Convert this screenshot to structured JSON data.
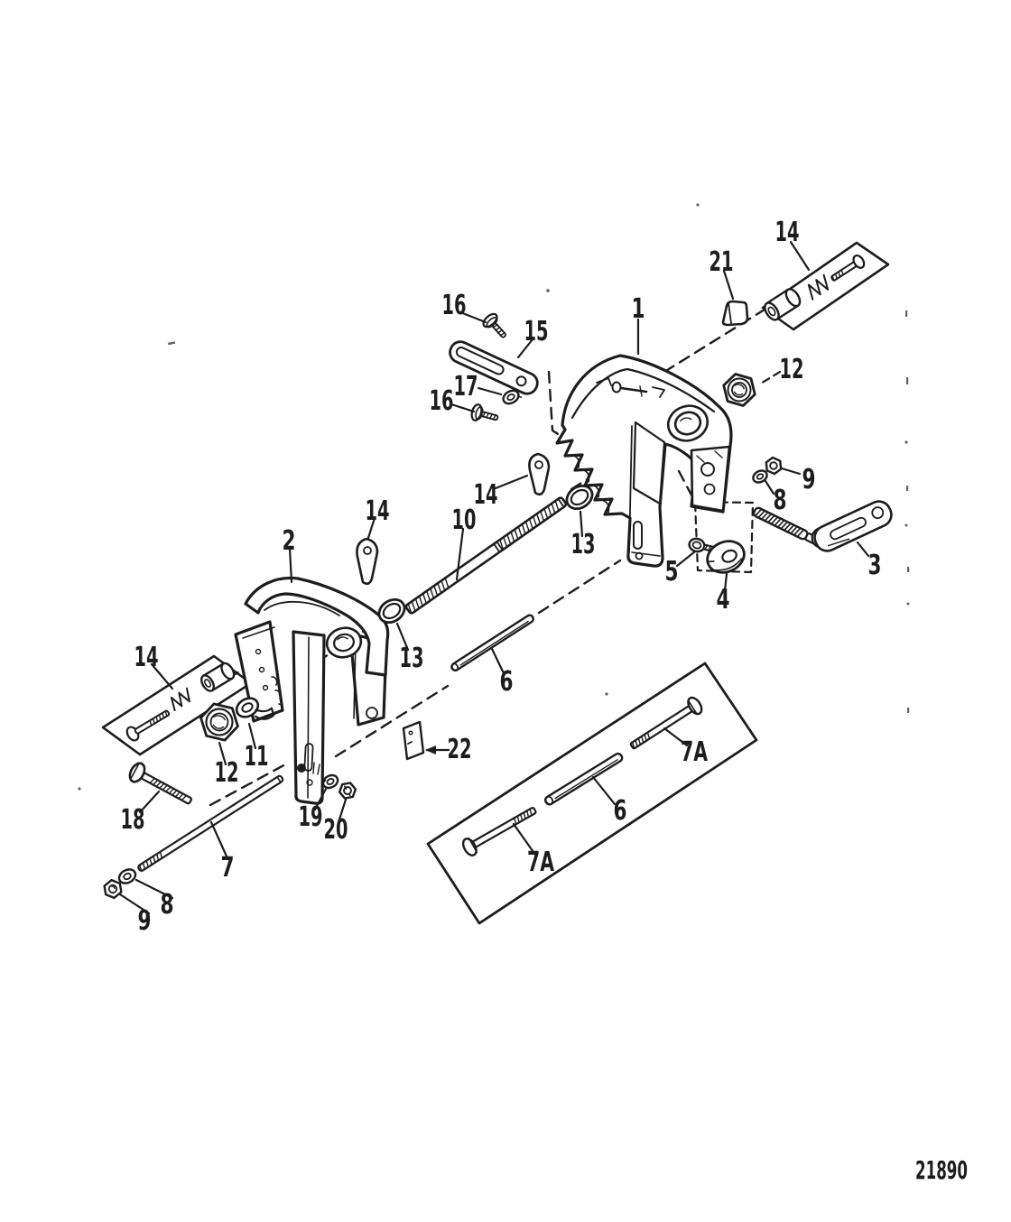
{
  "document": {
    "drawing_number": "21890",
    "colors": {
      "ink": "#1d1d1d",
      "paper": "#ffffff"
    }
  },
  "callouts": [
    "16",
    "15",
    "17",
    "16",
    "21",
    "14",
    "1",
    "12",
    "9",
    "8",
    "3",
    "5",
    "4",
    "14",
    "10",
    "13",
    "2",
    "14",
    "13",
    "6",
    "14",
    "12",
    "11",
    "18",
    "7",
    "8",
    "9",
    "19",
    "20",
    "22",
    "7A",
    "6",
    "7A"
  ]
}
